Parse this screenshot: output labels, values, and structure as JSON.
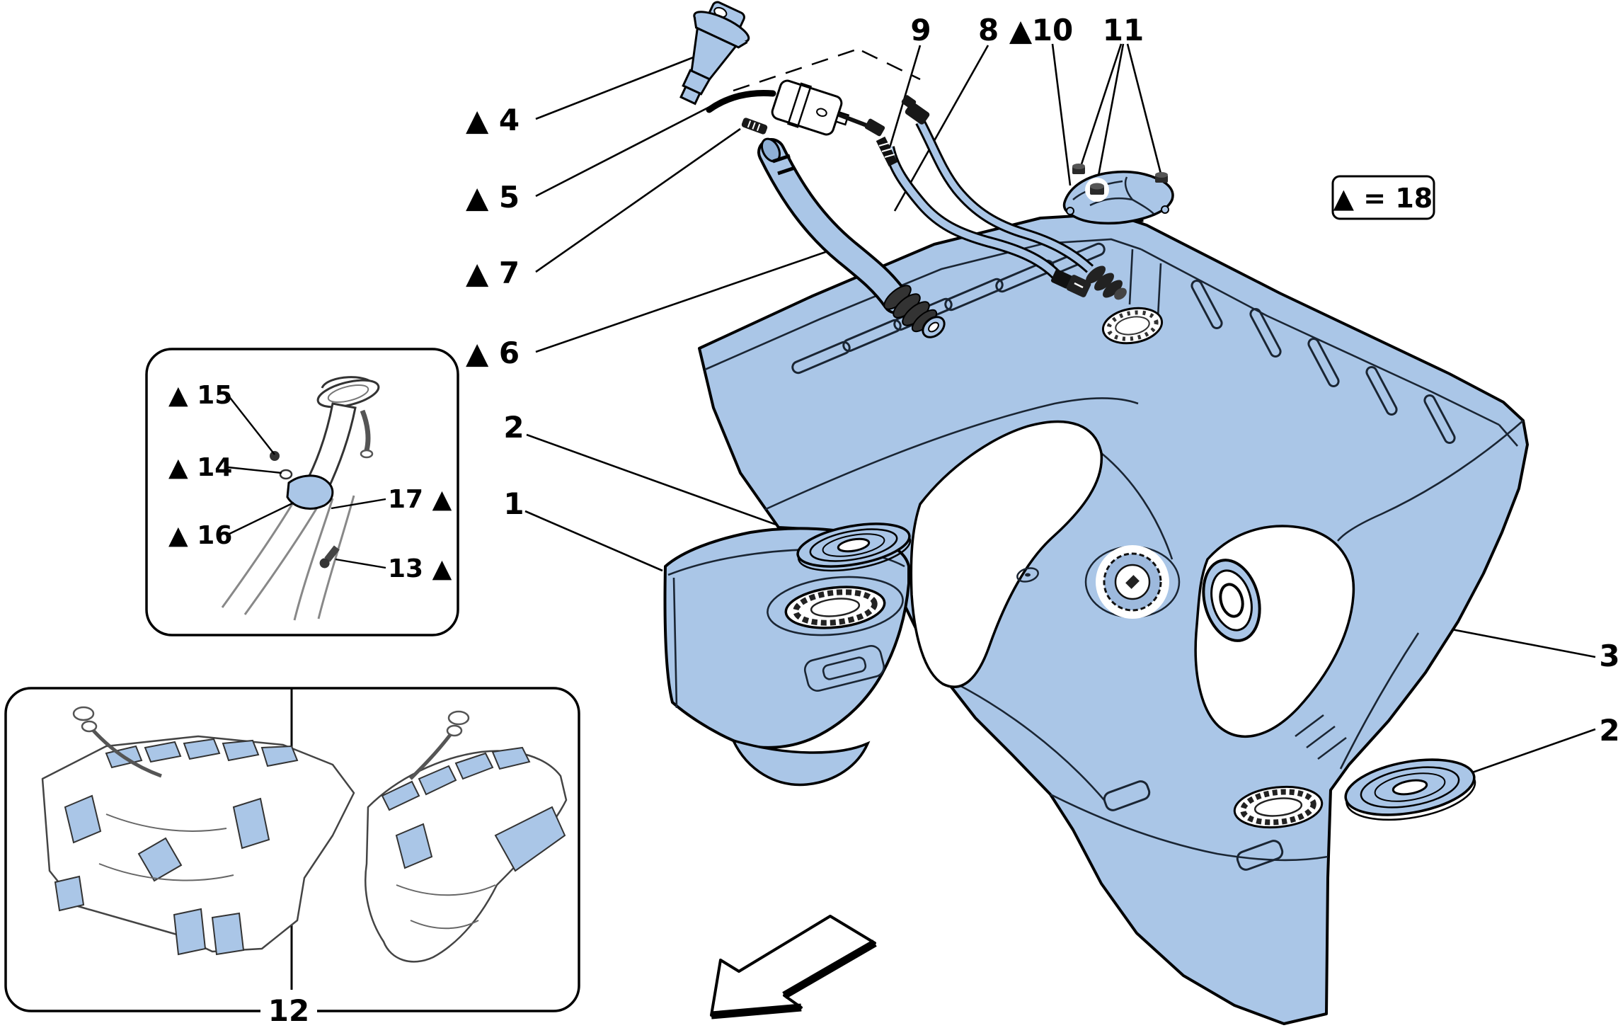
{
  "legend": {
    "text": "▲  =  18",
    "marker": "▲",
    "value": "18"
  },
  "callouts": {
    "c4": "▲ 4",
    "c5": "▲ 5",
    "c7": "▲ 7",
    "c6": "▲ 6",
    "c9": "9",
    "c8": "8 ▲",
    "c10": "10",
    "c11": "11",
    "c2_upper": "2",
    "c1": "1",
    "c3": "3",
    "c2_lower": "2",
    "c12": "12",
    "c15": "▲ 15",
    "c14": "▲ 14",
    "c16": "▲ 16",
    "c17": "17 ▲",
    "c13": "13 ▲"
  },
  "colors": {
    "part_fill": "#aac6e7",
    "part_fill_light": "#b9d0ec",
    "outline": "#000000",
    "detail_line": "#1a2533",
    "dark_part": "#1d1d1d",
    "background": "#ffffff"
  }
}
